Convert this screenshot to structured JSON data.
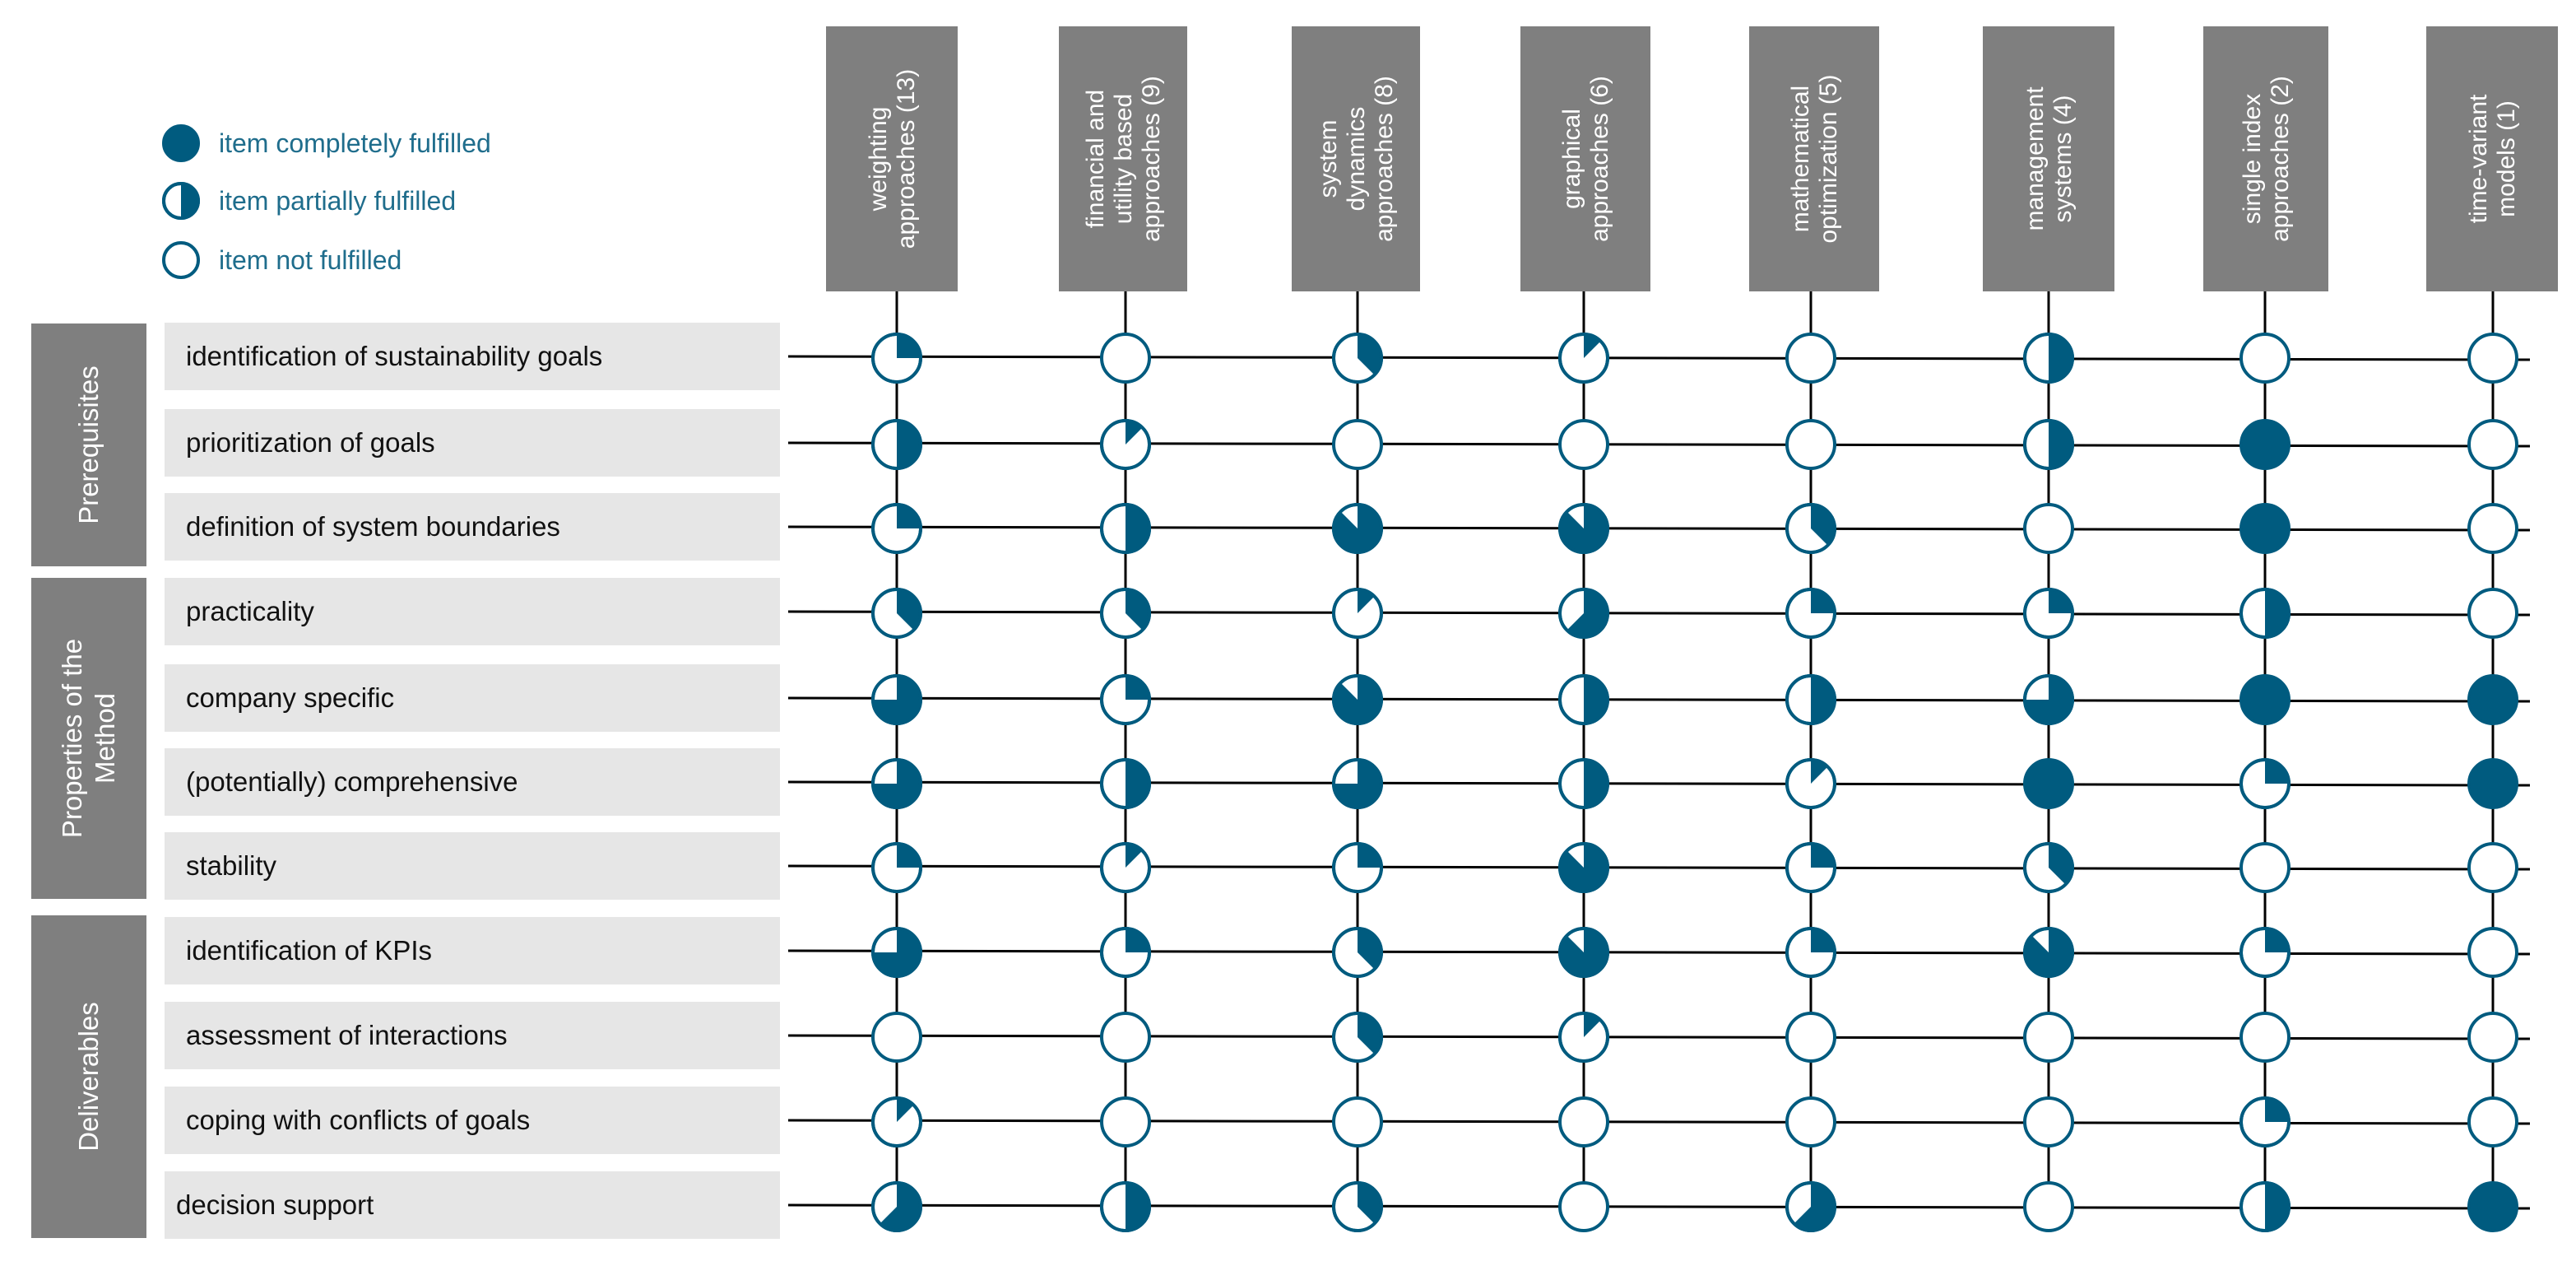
{
  "colors": {
    "accent": "#005b7f",
    "header_box": "#7f7f7f",
    "row_box": "#e6e6e6",
    "group_box": "#7f7f7f",
    "line": "#000000",
    "legend_text": "#1f6d8c"
  },
  "legend": [
    {
      "label": "item completely fulfilled",
      "fill": 1
    },
    {
      "label": "item partially fulfilled",
      "fill": 0.5
    },
    {
      "label": "item not fulfilled",
      "fill": 0
    }
  ],
  "columns": [
    [
      "weighting",
      "approaches (13)"
    ],
    [
      "financial and",
      "utility based",
      "approaches (9)"
    ],
    [
      "system",
      "dynamics",
      "approaches (8)"
    ],
    [
      "graphical",
      "approaches (6)"
    ],
    [
      "mathematical",
      "optimization (5)"
    ],
    [
      "management",
      "systems (4)"
    ],
    [
      "single index",
      "approaches (2)"
    ],
    [
      "time-variant",
      "models (1)"
    ]
  ],
  "groups": [
    {
      "label": [
        "Prerequisites"
      ],
      "rows": [
        0,
        2
      ]
    },
    {
      "label": [
        "Properties of the",
        "Method"
      ],
      "rows": [
        3,
        6
      ]
    },
    {
      "label": [
        "Deliverables"
      ],
      "rows": [
        7,
        10
      ]
    }
  ],
  "rows": [
    "identification of sustainability goals",
    "prioritization of goals",
    "definition of system boundaries",
    "practicality",
    "company specific",
    "(potentially) comprehensive",
    "stability",
    "identification of KPIs",
    "assessment of interactions",
    "coping with conflicts of goals",
    "decision support"
  ],
  "fulfillment": [
    [
      0.25,
      0,
      0.375,
      0.125,
      0,
      0.5,
      0,
      0
    ],
    [
      0.5,
      0.125,
      0,
      0,
      0,
      0.5,
      1,
      0
    ],
    [
      0.25,
      0.5,
      0.875,
      0.875,
      0.375,
      0,
      1,
      0
    ],
    [
      0.375,
      0.375,
      0.125,
      0.625,
      0.25,
      0.25,
      0.5,
      0
    ],
    [
      0.75,
      0.25,
      0.875,
      0.5,
      0.5,
      0.75,
      1,
      1
    ],
    [
      0.75,
      0.5,
      0.75,
      0.5,
      0.125,
      1,
      0.25,
      1
    ],
    [
      0.25,
      0.125,
      0.25,
      0.875,
      0.25,
      0.375,
      0,
      0
    ],
    [
      0.75,
      0.25,
      0.375,
      0.875,
      0.25,
      0.875,
      0.25,
      0
    ],
    [
      0,
      0,
      0.375,
      0.125,
      0,
      0,
      0,
      0
    ],
    [
      0.125,
      0,
      0,
      0,
      0,
      0,
      0.25,
      0
    ],
    [
      0.625,
      0.5,
      0.375,
      0,
      0.625,
      0,
      0.5,
      1
    ]
  ]
}
